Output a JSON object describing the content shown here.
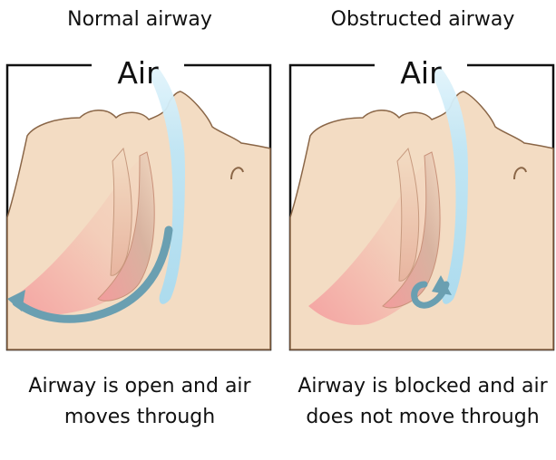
{
  "panels": [
    {
      "title": "Normal airway",
      "label": "Air",
      "caption": "Airway is open and air moves through"
    },
    {
      "title": "Obstructed airway",
      "label": "Air",
      "caption": "Airway is blocked and air does not move through"
    }
  ],
  "colors": {
    "skin": "#f3dcc3",
    "outline": "#8a6647",
    "air_stream": "#bfe6f6",
    "air_arrow": "#6a9fb1",
    "tissue": "#f29c9c",
    "frame": "#111111"
  },
  "icons": [
    "air-arrow-icon"
  ]
}
